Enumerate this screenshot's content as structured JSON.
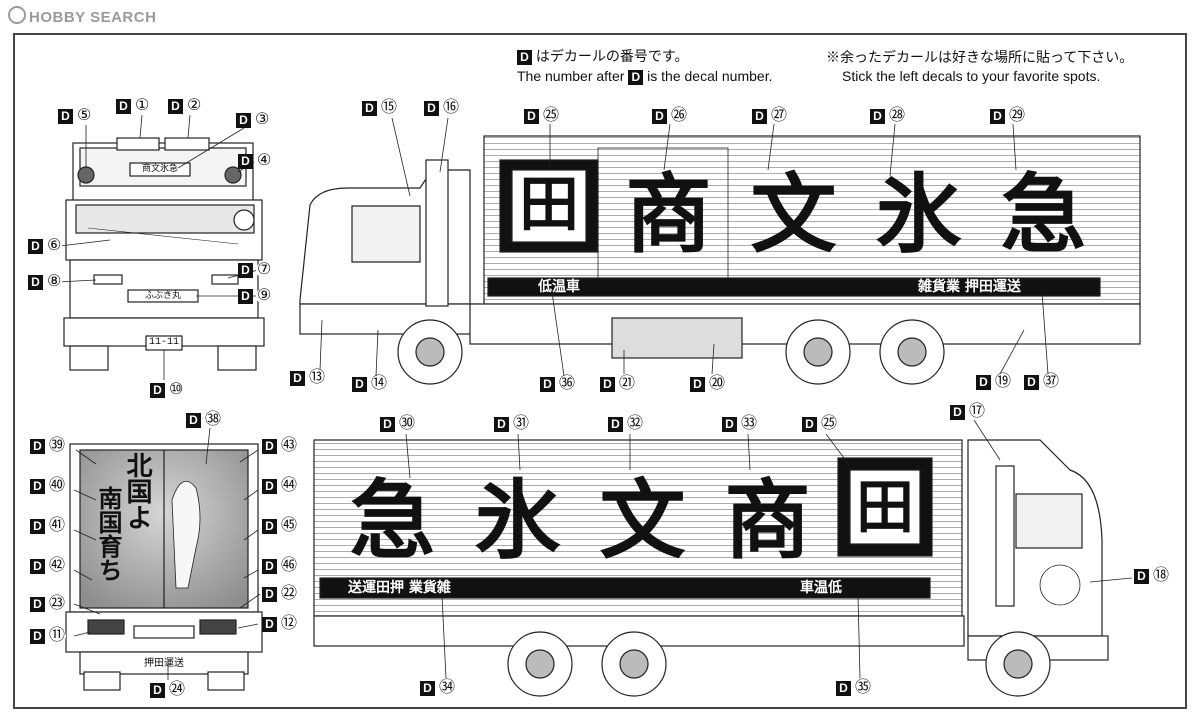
{
  "watermark": "HOBBY SEARCH",
  "notes": {
    "jp_decal_number": "はデカールの番号です。",
    "en_decal_number_pre": "The number after",
    "en_decal_number_post": "is the decal number.",
    "jp_leftover": "※余ったデカールは好きな場所に貼って下さい。",
    "en_leftover": "Stick the left decals to your favorite spots."
  },
  "decal_letter": "D",
  "calligraphy": {
    "top_main": [
      "商",
      "文",
      "氷",
      "急"
    ],
    "bottom_main": [
      "急",
      "氷",
      "文",
      "商"
    ],
    "top_crest": "田",
    "top_stripe_left": "低温車",
    "top_stripe_right": "雑貨業 押田運送",
    "bottom_stripe_left": "送運田押 業貨雑",
    "bottom_stripe_right": "車温低",
    "rear_vertical_1": "北国よ",
    "rear_vertical_2": "南国育ち",
    "front_plate": "11-11",
    "front_visor": "商文氷急",
    "front_panel": "ふぶき丸",
    "rear_bumper_text": "押田運送"
  },
  "callouts": [
    {
      "n": "⑤"
    },
    {
      "n": "①"
    },
    {
      "n": "②"
    },
    {
      "n": "③"
    },
    {
      "n": "④"
    },
    {
      "n": "⑥"
    },
    {
      "n": "⑦"
    },
    {
      "n": "⑧"
    },
    {
      "n": "⑨"
    },
    {
      "n": "⑩"
    },
    {
      "n": "⑮"
    },
    {
      "n": "⑯"
    },
    {
      "n": "㉕"
    },
    {
      "n": "㉖"
    },
    {
      "n": "㉗"
    },
    {
      "n": "㉘"
    },
    {
      "n": "㉙"
    },
    {
      "n": "⑬"
    },
    {
      "n": "⑭"
    },
    {
      "n": "㊱"
    },
    {
      "n": "㉑"
    },
    {
      "n": "⑳"
    },
    {
      "n": "⑲"
    },
    {
      "n": "㊲"
    },
    {
      "n": "㊳"
    },
    {
      "n": "㊴"
    },
    {
      "n": "㊸"
    },
    {
      "n": "㊵"
    },
    {
      "n": "㊹"
    },
    {
      "n": "㊶"
    },
    {
      "n": "㊺"
    },
    {
      "n": "㊷"
    },
    {
      "n": "㊻"
    },
    {
      "n": "㉓"
    },
    {
      "n": "㉒"
    },
    {
      "n": "⑪"
    },
    {
      "n": "⑫"
    },
    {
      "n": "㉔"
    },
    {
      "n": "㉚"
    },
    {
      "n": "㉛"
    },
    {
      "n": "㉜"
    },
    {
      "n": "㉝"
    },
    {
      "n": "㉕"
    },
    {
      "n": "⑰"
    },
    {
      "n": "⑱"
    },
    {
      "n": "㉞"
    },
    {
      "n": "㉟"
    }
  ]
}
